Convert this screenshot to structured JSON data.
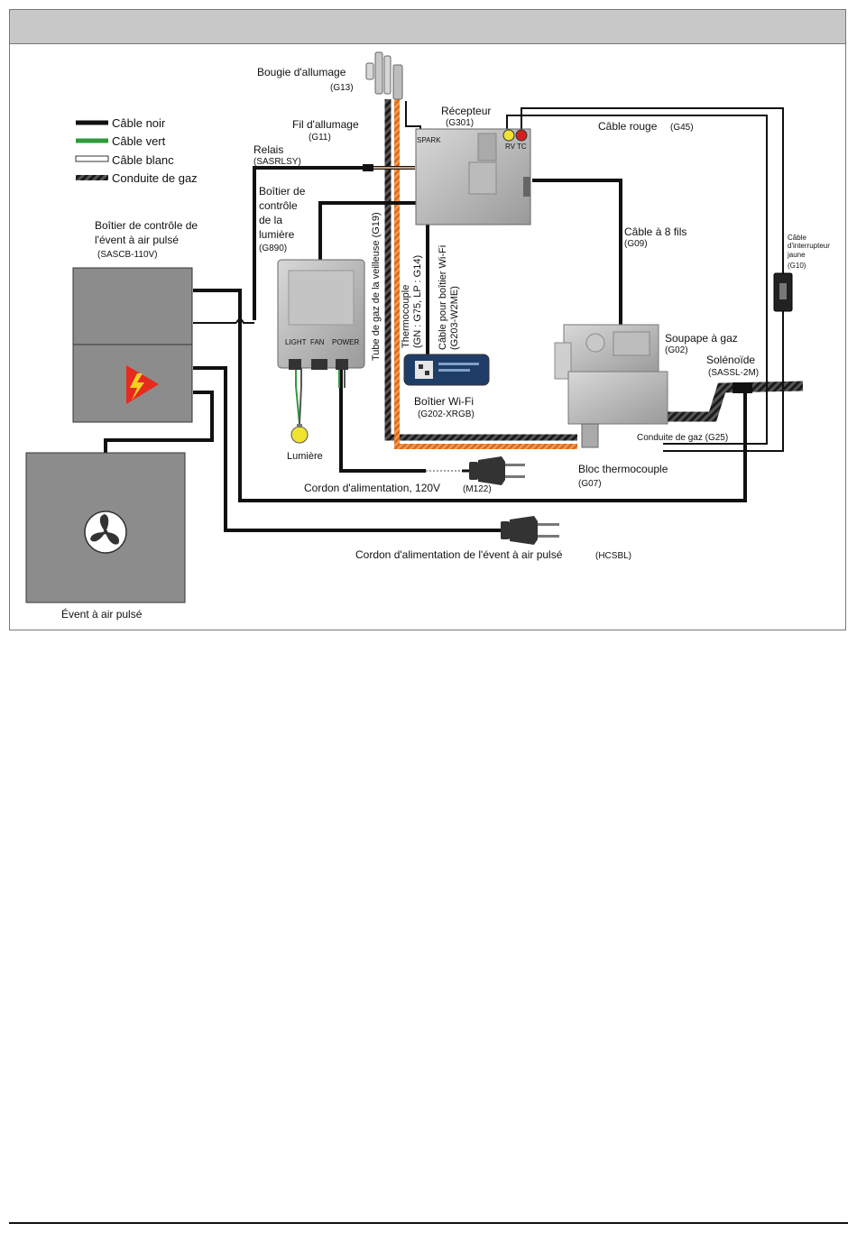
{
  "legend": {
    "black": "Câble noir",
    "green": "Câble vert",
    "white": "Câble blanc",
    "gas": "Conduite de gaz"
  },
  "labels": {
    "spark_plug": "Bougie d'allumage",
    "spark_plug_code": "(G13)",
    "ignition_wire": "Fil d'allumage",
    "ignition_wire_code": "(G11)",
    "relay": "Relais",
    "relay_code": "(SASRLSY)",
    "receiver": "Récepteur",
    "receiver_code": "(G301)",
    "red_cable": "Câble rouge",
    "red_cable_code": "(G45)",
    "light_box_1": "Boîtier de",
    "light_box_2": "contrôle",
    "light_box_3": "de la",
    "light_box_4": "lumière",
    "light_box_code": "(G890)",
    "vent_box_1": "Boîtier de contrôle de",
    "vent_box_2": "l'évent à air pulsé",
    "vent_box_code": "(SASCB-110V)",
    "pilot_tube": "Tube de gaz de la veilleuse (G19)",
    "thermocouple_1": "Thermocouple",
    "thermocouple_2": "(GN : G75, LP : G14)",
    "wifi_cable_1": "Câble pour boîtier Wi-Fi",
    "wifi_cable_2": "(G203-W2ME)",
    "eight_wire": "Câble à 8 fils",
    "eight_wire_code": "(G09)",
    "yellow_switch_1": "Câble",
    "yellow_switch_2": "d'interrupteur",
    "yellow_switch_3": "jaune",
    "yellow_switch_code": "(G10)",
    "gas_valve": "Soupape à gaz",
    "gas_valve_code": "(G02)",
    "solenoid": "Solénoïde",
    "solenoid_code": "(SASSL-2M)",
    "wifi_box": "Boîtier Wi-Fi",
    "wifi_box_code": "(G202-XRGB)",
    "light": "Lumière",
    "gas_line": "Conduite de gaz (G25)",
    "thermo_block": "Bloc thermocouple",
    "thermo_block_code": "(G07)",
    "power_cord": "Cordon d'alimentation, 120V",
    "power_cord_code": "(M122)",
    "vent_power_cord": "Cordon d'alimentation de l'évent à air pulsé",
    "vent_power_cord_code": "(HCSBL)",
    "forced_vent": "Évent à air pulsé"
  },
  "device_text": {
    "spark": "SPARK",
    "light_term": "LIGHT",
    "fan_term": "FAN",
    "power_term": "POWER",
    "rv": "RV",
    "tc": "TC"
  },
  "colors": {
    "black_cable": "#111111",
    "green_cable": "#2e9a3a",
    "white_cable": "#ffffff",
    "orange_thermocouple": "#e8792a",
    "gray_box": "#8c8c8c",
    "header": "#c8c8c8"
  }
}
